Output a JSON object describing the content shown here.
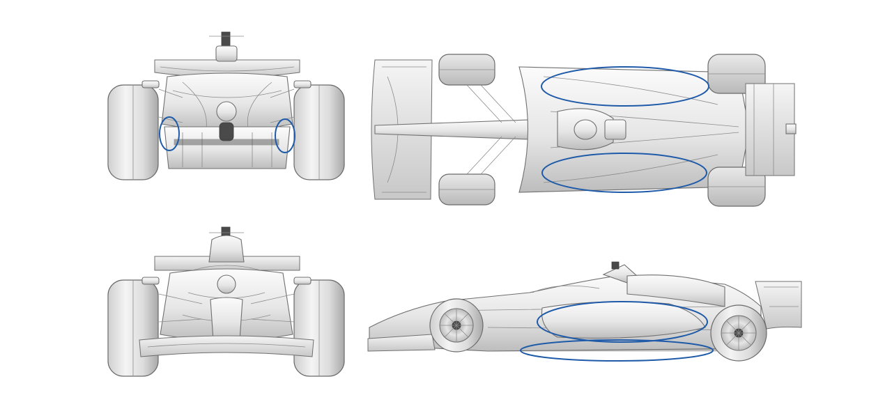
{
  "views": [
    {
      "name": "rear-view"
    },
    {
      "name": "top-view"
    },
    {
      "name": "front-view"
    },
    {
      "name": "side-view"
    }
  ],
  "highlights": {
    "color": "#1e5aa8",
    "meaning": [
      "sidepod-inlet-region",
      "floor-edge-region"
    ]
  },
  "colors": {
    "body_light": "#f2f2f2",
    "body_shade": "#bdbdbd",
    "line": "#6f6f6f",
    "highlight": "#1e5aa8"
  }
}
